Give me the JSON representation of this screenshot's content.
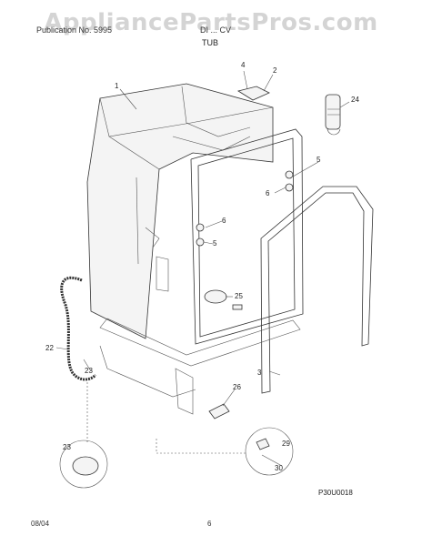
{
  "watermark": "AppliancePartsPros.com",
  "header": {
    "left_text": "Publication No. 5995",
    "mid_text": "DI ... CV",
    "section_title": "TUB"
  },
  "footer": {
    "date": "08/04",
    "page": "6",
    "ref_code": "P30U0018"
  },
  "callouts": [
    "1",
    "2",
    "3",
    "4",
    "5",
    "5",
    "6",
    "6",
    "22",
    "23",
    "23",
    "24",
    "25",
    "26",
    "29",
    "30"
  ]
}
